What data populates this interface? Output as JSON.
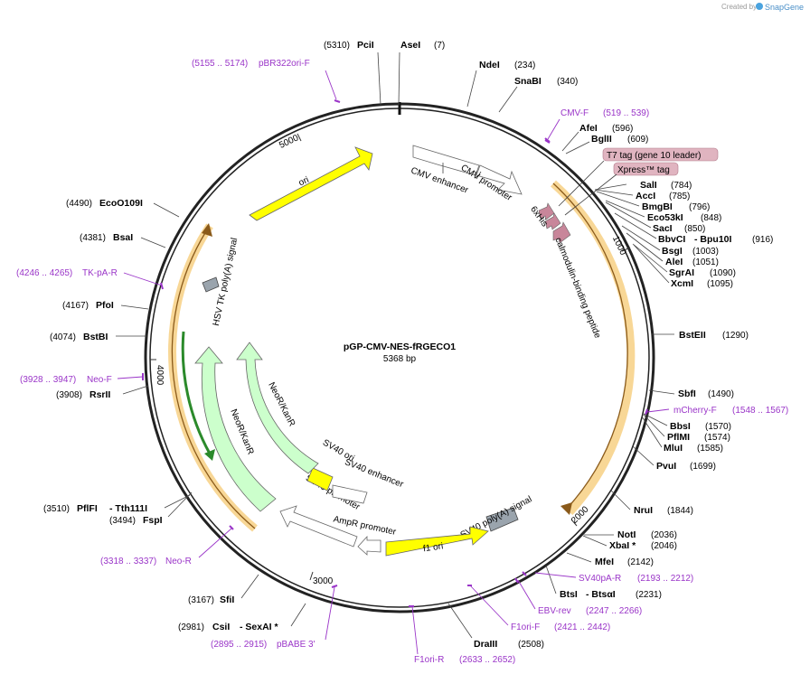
{
  "branding": {
    "created_by": "Created by",
    "product": "SnapGene"
  },
  "plasmid": {
    "name": "pGP-CMV-NES-fRGECO1",
    "size": "5368 bp"
  },
  "scale_ticks": [
    "5000",
    "1000",
    "2000",
    "3000",
    "4000"
  ],
  "enzymes": [
    {
      "pos": "(5310)",
      "name": "PciI"
    },
    {
      "pos": "(7)",
      "name": "AseI"
    },
    {
      "pos": "(234)",
      "name": "NdeI"
    },
    {
      "pos": "(340)",
      "name": "SnaBI"
    },
    {
      "pos": "(596)",
      "name": "AfeI"
    },
    {
      "pos": "(609)",
      "name": "BglII"
    },
    {
      "pos": "(784)",
      "name": "SalI"
    },
    {
      "pos": "(785)",
      "name": "AccI"
    },
    {
      "pos": "(796)",
      "name": "BmgBI"
    },
    {
      "pos": "(848)",
      "name": "Eco53kI"
    },
    {
      "pos": "(850)",
      "name": "SacI"
    },
    {
      "pos": "(916)",
      "name": "BbvCI",
      "name2": "- Bpu10I"
    },
    {
      "pos": "(1003)",
      "name": "BsgI"
    },
    {
      "pos": "(1051)",
      "name": "AleI"
    },
    {
      "pos": "(1090)",
      "name": "SgrAI"
    },
    {
      "pos": "(1095)",
      "name": "XcmI"
    },
    {
      "pos": "(1290)",
      "name": "BstEII"
    },
    {
      "pos": "(1490)",
      "name": "SbfI"
    },
    {
      "pos": "(1570)",
      "name": "BbsI"
    },
    {
      "pos": "(1574)",
      "name": "PflMI"
    },
    {
      "pos": "(1585)",
      "name": "MluI"
    },
    {
      "pos": "(1699)",
      "name": "PvuI"
    },
    {
      "pos": "(1844)",
      "name": "NruI"
    },
    {
      "pos": "(2036)",
      "name": "NotI"
    },
    {
      "pos": "(2046)",
      "name": "XbaI *"
    },
    {
      "pos": "(2142)",
      "name": "MfeI"
    },
    {
      "pos": "(2231)",
      "name": "BtsI",
      "name2": "- BtsαI"
    },
    {
      "pos": "(2508)",
      "name": "DraIII"
    },
    {
      "pos": "(2981)",
      "name": "CsiI",
      "name2": "- SexAI *"
    },
    {
      "pos": "(3167)",
      "name": "SfiI"
    },
    {
      "pos": "(3494)",
      "name": "FspI"
    },
    {
      "pos": "(3510)",
      "name": "PflFI",
      "name2": "- Tth111I"
    },
    {
      "pos": "(3908)",
      "name": "RsrII"
    },
    {
      "pos": "(4074)",
      "name": "BstBI"
    },
    {
      "pos": "(4167)",
      "name": "PfoI"
    },
    {
      "pos": "(4381)",
      "name": "BsaI"
    },
    {
      "pos": "(4490)",
      "name": "EcoO109I"
    }
  ],
  "primers": [
    {
      "range": "(5155 .. 5174)",
      "name": "pBR322ori-F"
    },
    {
      "range": "(519 .. 539)",
      "name": "CMV-F"
    },
    {
      "range": "(1548 .. 1567)",
      "name": "mCherry-F"
    },
    {
      "range": "(2193 .. 2212)",
      "name": "SV40pA-R"
    },
    {
      "range": "(2247 .. 2266)",
      "name": "EBV-rev"
    },
    {
      "range": "(2421 .. 2442)",
      "name": "F1ori-F"
    },
    {
      "range": "(2633 .. 2652)",
      "name": "F1ori-R"
    },
    {
      "range": "(2895 .. 2915)",
      "name": "pBABE 3'"
    },
    {
      "range": "(3318 .. 3337)",
      "name": "Neo-R"
    },
    {
      "range": "(3928 .. 3947)",
      "name": "Neo-F"
    },
    {
      "range": "(4246 .. 4265)",
      "name": "TK-pA-R"
    }
  ],
  "tags": [
    "T7 tag (gene 10 leader)",
    "Xpress™ tag"
  ],
  "features": [
    "CMV enhancer",
    "CMV promoter",
    "6xHis",
    "calmodulin-binding peptide",
    "SV40 poly(A) signal",
    "f1 ori",
    "AmpR promoter",
    "SV40 promoter",
    "SV40 enhancer",
    "SV40 ori",
    "NeoR/KanR",
    "NeoR/KanR",
    "HSV TK poly(A) signal",
    "ori"
  ],
  "colors": {
    "primer": "#9a35c8",
    "ori": "#ffff00",
    "neo": "#ccffcc",
    "tag": "#e0b4c0",
    "orange": "#f2b640",
    "pink_arrow": "#c8869a",
    "gray_box": "#9aa4ad"
  }
}
